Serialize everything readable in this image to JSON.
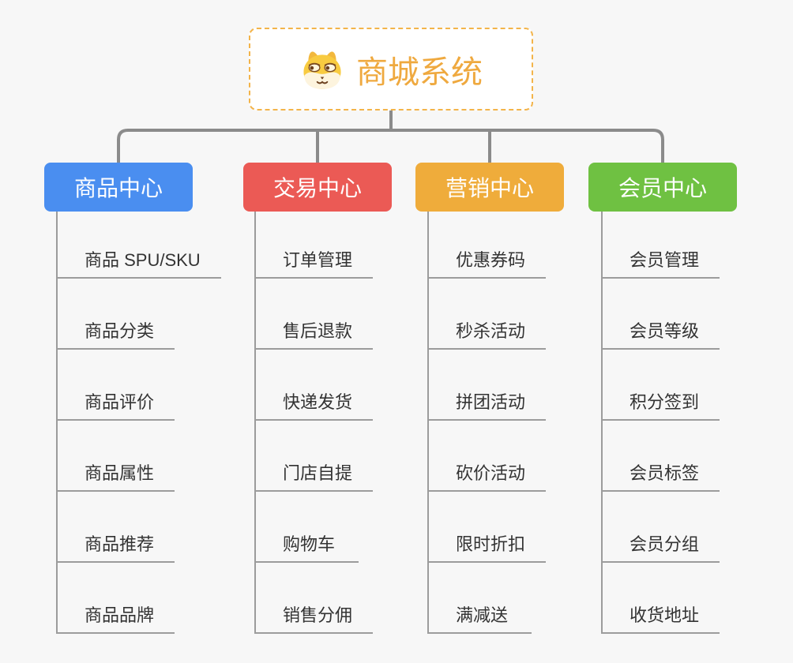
{
  "root": {
    "label": "商城系统",
    "icon": "dog-face-icon"
  },
  "colors": {
    "bg": "#f7f7f7",
    "connector": "#8b8b8b",
    "underline": "#9c9c9c",
    "leaf-text": "#333333",
    "root-bg": "#ffffff",
    "root-border": "#f3b44a",
    "root-text": "#efa93f",
    "node-text": "#ffffff"
  },
  "branches": [
    {
      "label": "商品中心",
      "color": "#4a8ef0",
      "children": [
        "商品 SPU/SKU",
        "商品分类",
        "商品评价",
        "商品属性",
        "商品推荐",
        "商品品牌"
      ]
    },
    {
      "label": "交易中心",
      "color": "#eb5a55",
      "children": [
        "订单管理",
        "售后退款",
        "快递发货",
        "门店自提",
        "购物车",
        "销售分佣"
      ]
    },
    {
      "label": "营销中心",
      "color": "#efac3b",
      "children": [
        "优惠券码",
        "秒杀活动",
        "拼团活动",
        "砍价活动",
        "限时折扣",
        "满减送"
      ]
    },
    {
      "label": "会员中心",
      "color": "#6fc142",
      "children": [
        "会员管理",
        "会员等级",
        "积分签到",
        "会员标签",
        "会员分组",
        "收货地址"
      ]
    }
  ]
}
